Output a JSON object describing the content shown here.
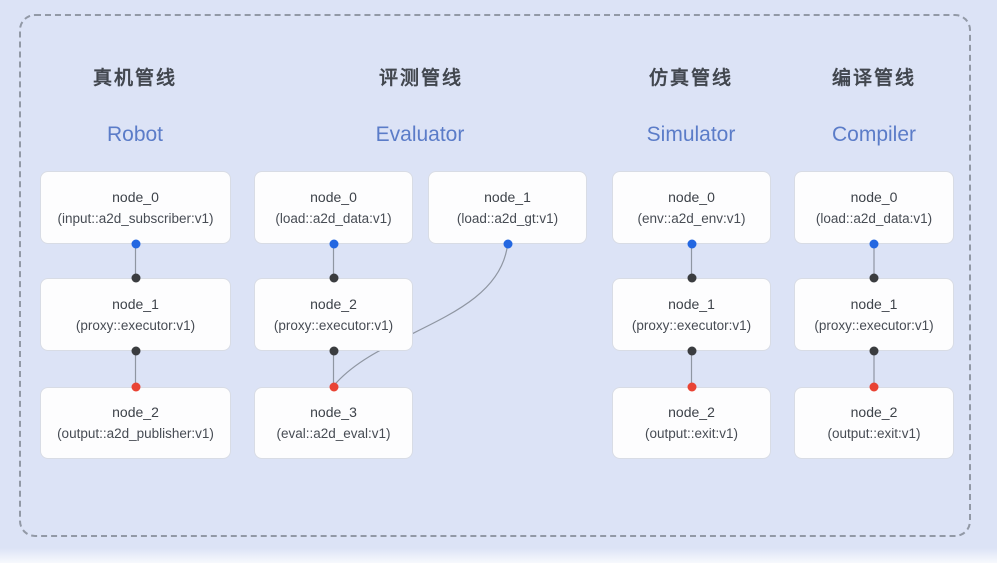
{
  "pipelines": [
    {
      "title_zh": "真机管线",
      "title_en": "Robot",
      "nodes": [
        {
          "name": "node_0",
          "type": "(input::a2d_subscriber:v1)"
        },
        {
          "name": "node_1",
          "type": "(proxy::executor:v1)"
        },
        {
          "name": "node_2",
          "type": "(output::a2d_publisher:v1)"
        }
      ],
      "edges": [
        {
          "from": "node_0",
          "to": "node_1"
        },
        {
          "from": "node_1",
          "to": "node_2"
        }
      ]
    },
    {
      "title_zh": "评测管线",
      "title_en": "Evaluator",
      "nodes": [
        {
          "name": "node_0",
          "type": "(load::a2d_data:v1)"
        },
        {
          "name": "node_1",
          "type": "(load::a2d_gt:v1)"
        },
        {
          "name": "node_2",
          "type": "(proxy::executor:v1)"
        },
        {
          "name": "node_3",
          "type": "(eval::a2d_eval:v1)"
        }
      ],
      "edges": [
        {
          "from": "node_0",
          "to": "node_2"
        },
        {
          "from": "node_1",
          "to": "node_3"
        },
        {
          "from": "node_2",
          "to": "node_3"
        }
      ]
    },
    {
      "title_zh": "仿真管线",
      "title_en": "Simulator",
      "nodes": [
        {
          "name": "node_0",
          "type": "(env::a2d_env:v1)"
        },
        {
          "name": "node_1",
          "type": "(proxy::executor:v1)"
        },
        {
          "name": "node_2",
          "type": "(output::exit:v1)"
        }
      ],
      "edges": [
        {
          "from": "node_0",
          "to": "node_1"
        },
        {
          "from": "node_1",
          "to": "node_2"
        }
      ]
    },
    {
      "title_zh": "编译管线",
      "title_en": "Compiler",
      "nodes": [
        {
          "name": "node_0",
          "type": "(load::a2d_data:v1)"
        },
        {
          "name": "node_1",
          "type": "(proxy::executor:v1)"
        },
        {
          "name": "node_2",
          "type": "(output::exit:v1)"
        }
      ],
      "edges": [
        {
          "from": "node_0",
          "to": "node_1"
        },
        {
          "from": "node_1",
          "to": "node_2"
        }
      ]
    }
  ],
  "colors": {
    "background": "#dce3f6",
    "dashed_border": "#9299a6",
    "node_background": "#fdfdfe",
    "node_border": "#d8dce5",
    "title_zh": "#42474f",
    "title_en": "#5b7cc8",
    "connector_line": "#8f96a2",
    "port_source_blue": "#2367e1",
    "port_proxy_black": "#3a3c3f",
    "port_sink_red": "#e94334"
  }
}
